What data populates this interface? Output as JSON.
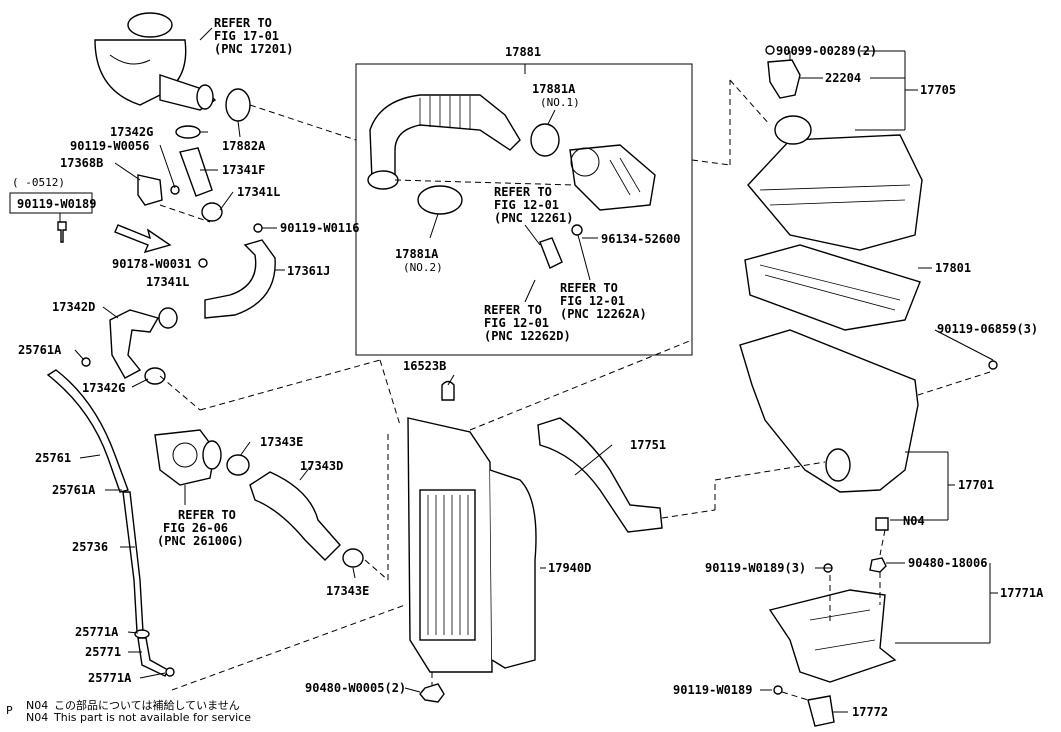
{
  "labels": {
    "ref_fig_17_01_l1": "REFER TO",
    "ref_fig_17_01_l2": "FIG 17-01",
    "ref_fig_17_01_l3": "(PNC 17201)",
    "p17881": "17881",
    "p17881a_no1": "17881A",
    "no1": "(NO.1)",
    "p17881a_no2": "17881A",
    "no2": "(NO.2)",
    "p90099": "90099-00289(2)",
    "p22204": "22204",
    "p17705": "17705",
    "p17342g_top": "17342G",
    "p17882a": "17882A",
    "p90119_w0056": "90119-W0056",
    "p17341f": "17341F",
    "p17368b": "17368B",
    "p17341l_top": "17341L",
    "p0512": "(   -0512)",
    "p90119_w0189_box": "90119-W0189",
    "p90119_w0116": "90119-W0116",
    "ref_fig_12_01a_l1": "REFER TO",
    "ref_fig_12_01a_l2": "FIG 12-01",
    "ref_fig_12_01a_l3": "(PNC 12261)",
    "p96134": "96134-52600",
    "p90178": "90178-W0031",
    "p17341l_mid": "17341L",
    "p17361j": "17361J",
    "ref_fig_12_01b_l1": "REFER TO",
    "ref_fig_12_01b_l2": "FIG 12-01",
    "ref_fig_12_01b_l3": "(PNC 12262A)",
    "ref_fig_12_01c_l1": "REFER TO",
    "ref_fig_12_01c_l2": "FIG 12-01",
    "ref_fig_12_01c_l3": "(PNC 12262D)",
    "p17801": "17801",
    "p17342d": "17342D",
    "p90119_06859": "90119-06859(3)",
    "p25761a_top": "25761A",
    "p16523b": "16523B",
    "p17342g_bot": "17342G",
    "p17343e_top": "17343E",
    "p17751": "17751",
    "p25761": "25761",
    "p17343d": "17343D",
    "p17701": "17701",
    "p25761a_mid": "25761A",
    "ref_fig_26_06_l1": "REFER TO",
    "ref_fig_26_06_l2": "FIG 26-06",
    "ref_fig_26_06_l3": "(PNC 26100G)",
    "n04_label": "N04",
    "p25736": "25736",
    "p17940d": "17940D",
    "p90119_w0189_3": "90119-W0189(3)",
    "p90480_18006": "90480-18006",
    "p17343e_bot": "17343E",
    "p17771a": "17771A",
    "p25771a_top": "25771A",
    "p25771": "25771",
    "p25771a_bot": "25771A",
    "p90480_w0005": "90480-W0005(2)",
    "p90119_w0189_bot": "90119-W0189",
    "p17772": "17772"
  },
  "footer": {
    "marker": "P",
    "note1_code": "N04",
    "note1_text": "この部品については補給していません",
    "note2_code": "N04",
    "note2_text": "This part is not available for service"
  }
}
